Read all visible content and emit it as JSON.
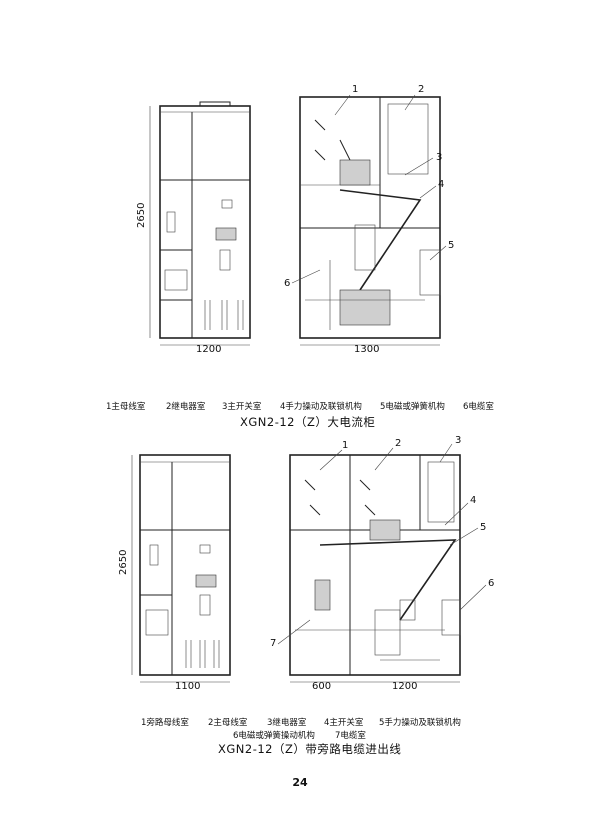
{
  "figure1": {
    "dims": {
      "height": "2650",
      "front_width": "1200",
      "side_depth": "1300"
    },
    "callouts": [
      "1",
      "2",
      "3",
      "4",
      "5",
      "6"
    ],
    "legend": [
      "1主母线室",
      "2继电器室",
      "3主开关室",
      "4手力操动及联锁机构",
      "5电磁或弹簧机构",
      "6电缆室"
    ],
    "title": "XGN2-12（Z）大电流柜"
  },
  "figure2": {
    "dims": {
      "height": "2650",
      "front_width": "1100",
      "side_left": "600",
      "side_right": "1200"
    },
    "callouts": [
      "1",
      "2",
      "3",
      "4",
      "5",
      "6",
      "7"
    ],
    "legend_row1": [
      "1旁路母线室",
      "2主母线室",
      "3继电器室",
      "4主开关室",
      "5手力操动及联锁机构"
    ],
    "legend_row2": [
      "6电磁或弹簧操动机构",
      "7电缆室"
    ],
    "title": "XGN2-12（Z）带旁路电缆进出线"
  },
  "page_number": "24"
}
